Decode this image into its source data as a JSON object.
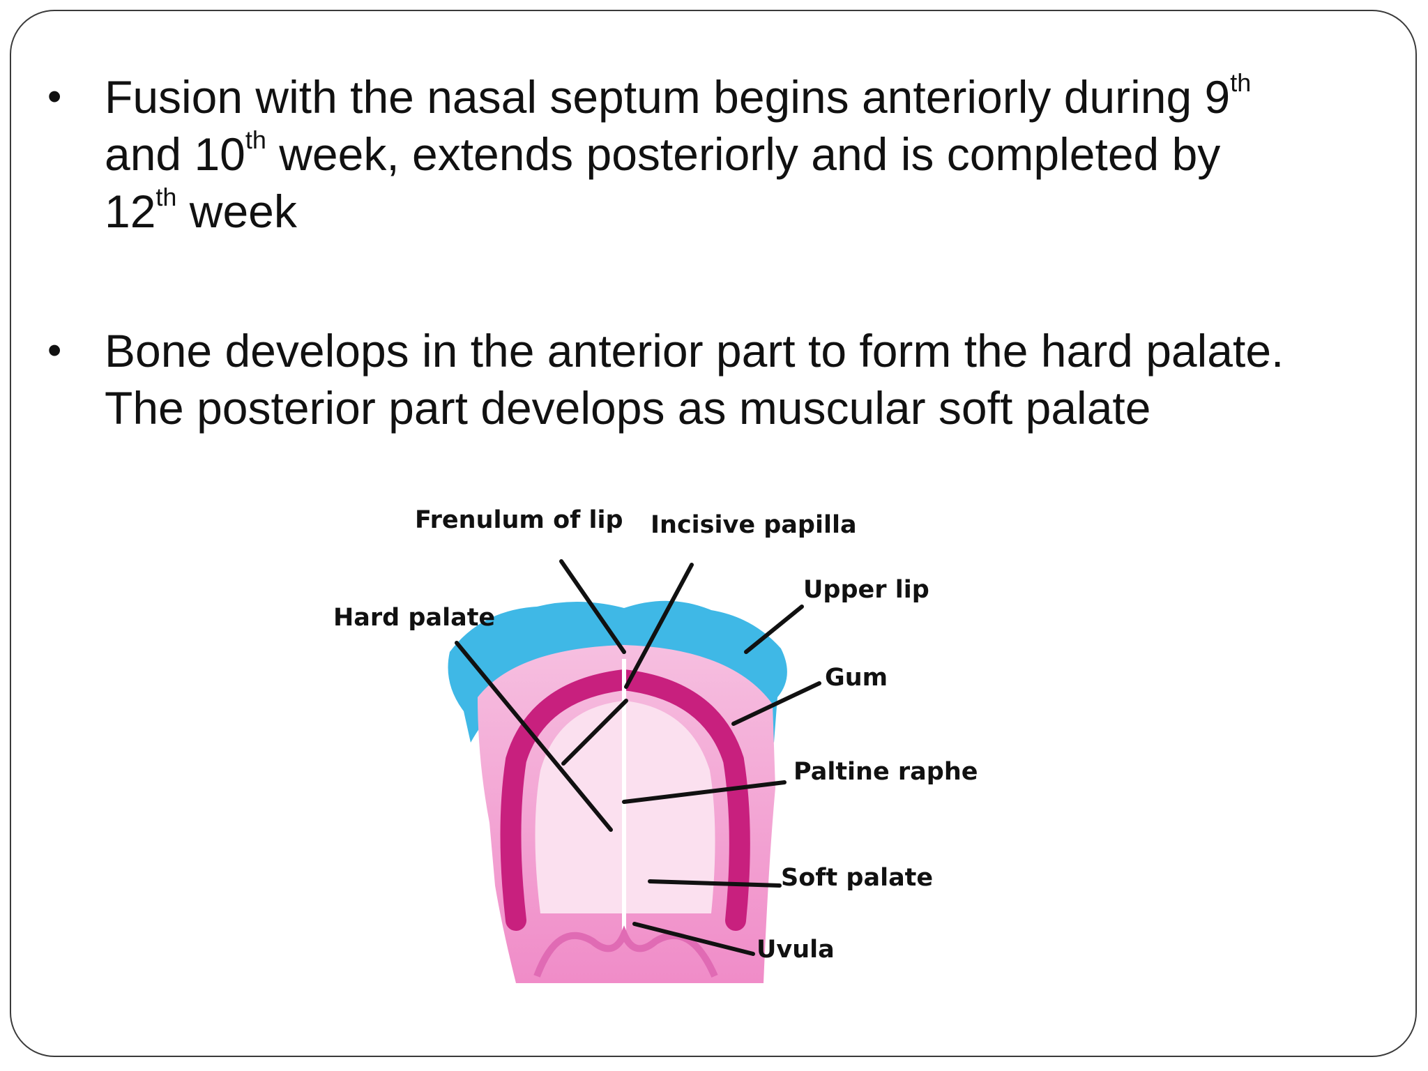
{
  "bullets": [
    {
      "lines": [
        {
          "pre": "Fusion with the nasal septum begins anteriorly during 9",
          "sup": "th",
          "post": ""
        },
        {
          "pre": "and 10",
          "sup": "th",
          "post": " week, extends posteriorly and is completed by"
        },
        {
          "pre": "12",
          "sup": "th",
          "post": " week"
        }
      ]
    },
    {
      "lines": [
        {
          "pre": "Bone develops in the anterior part to form the hard palate.",
          "sup": "",
          "post": ""
        },
        {
          "pre": "The posterior part develops as muscular soft palate",
          "sup": "",
          "post": ""
        }
      ]
    }
  ],
  "diagram": {
    "labels": {
      "frenulum_of_lip": "Frenulum of lip",
      "incisive_papilla": "Incisive papilla",
      "hard_palate": "Hard palate",
      "upper_lip": "Upper lip",
      "gum": "Gum",
      "palatine_raphe": "Paltine raphe",
      "soft_palate": "Soft palate",
      "uvula": "Uvula"
    },
    "colors": {
      "lip": "#3fb8e6",
      "gum": "#c8207e",
      "palate": "#f2a8d4",
      "palate_light": "#fbe0ef"
    }
  }
}
